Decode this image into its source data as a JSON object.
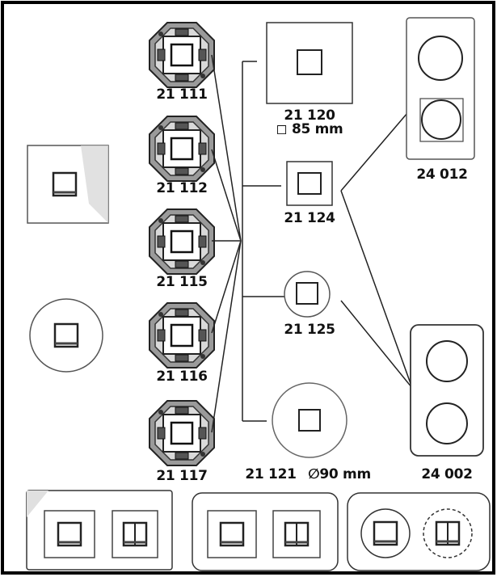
{
  "parts": {
    "p21111": {
      "code": "21 111"
    },
    "p21112": {
      "code": "21 112"
    },
    "p21115": {
      "code": "21 115"
    },
    "p21116": {
      "code": "21 116"
    },
    "p21117": {
      "code": "21 117"
    }
  },
  "covers": {
    "p21120": {
      "code": "21 120",
      "size": "◻ 85 mm"
    },
    "p21124": {
      "code": "21 124"
    },
    "p21125": {
      "code": "21 125"
    },
    "p21121": {
      "code": "21 121",
      "size": "∅90 mm"
    }
  },
  "frames": {
    "p24012": {
      "code": "24 012"
    },
    "p24002": {
      "code": "24 002"
    }
  },
  "colors": {
    "line": "#222222",
    "frame_outline": "#555555",
    "mechanism_body": "#888888",
    "border": "#000000"
  },
  "icons": {
    "mechanism": "switch-insert-icon",
    "square_cover": "square-cover-icon",
    "round_cover": "round-cover-icon",
    "double_frame": "double-frame-icon"
  }
}
